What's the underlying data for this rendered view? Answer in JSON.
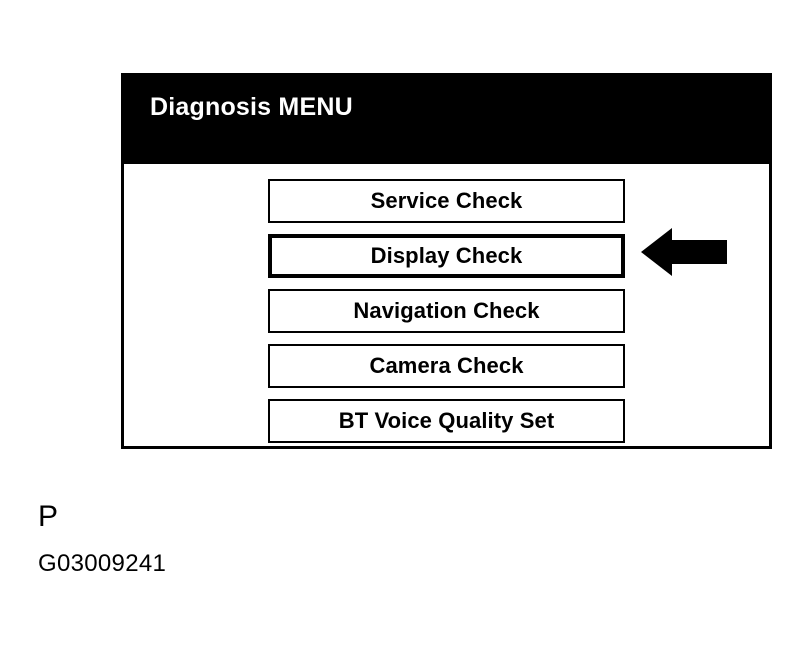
{
  "device": {
    "title": "Diagnosis MENU",
    "menu_items": [
      {
        "label": "Service Check",
        "selected": false
      },
      {
        "label": "Display Check",
        "selected": true
      },
      {
        "label": "Navigation Check",
        "selected": false
      },
      {
        "label": "Camera Check",
        "selected": false
      },
      {
        "label": "BT Voice Quality Set",
        "selected": false
      }
    ]
  },
  "pointer": {
    "icon": "arrow-left-icon",
    "points_to": "Display Check"
  },
  "caption": {
    "letter": "P",
    "code": "G03009241"
  },
  "colors": {
    "background": "#ffffff",
    "foreground": "#000000",
    "title_bar": "#000000",
    "title_text": "#ffffff"
  }
}
